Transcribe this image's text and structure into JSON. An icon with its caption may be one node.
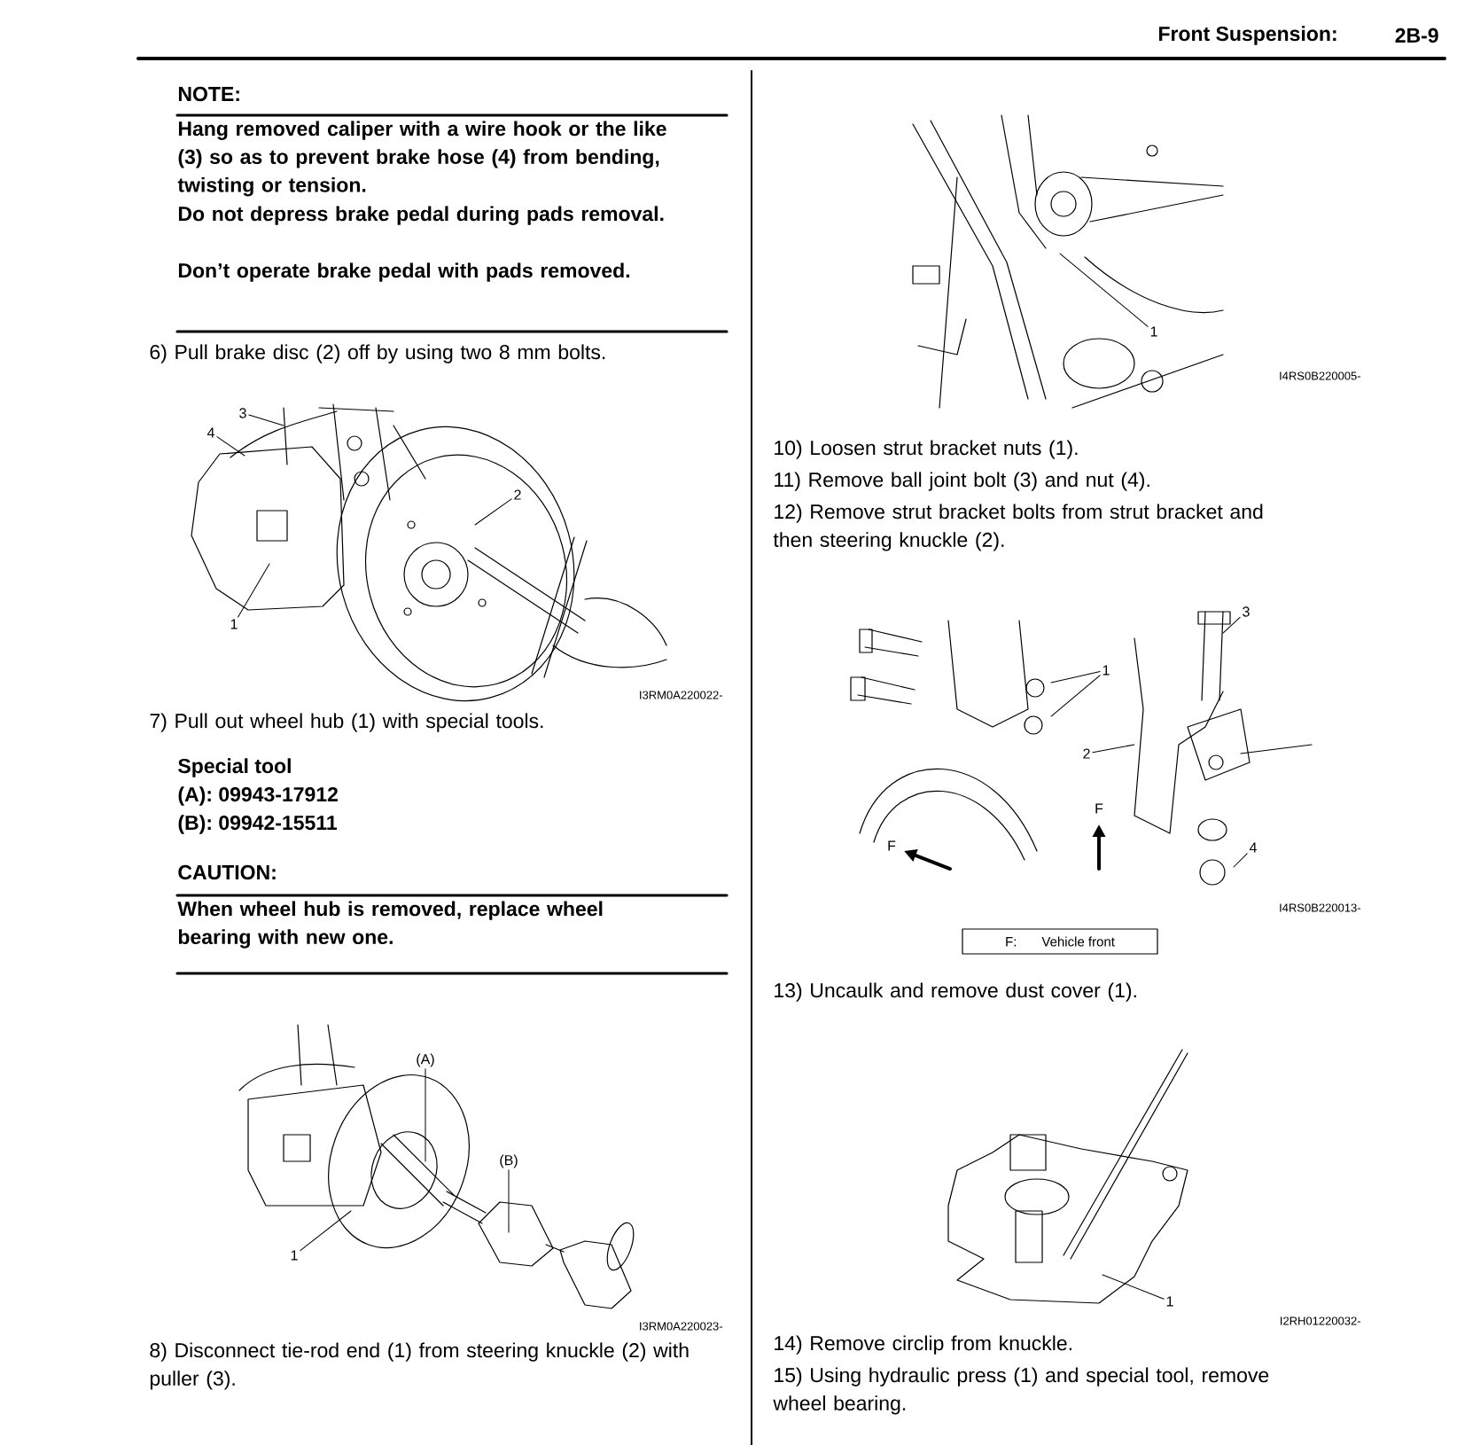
{
  "diagram": {
    "title": "Front Suspension:",
    "nodes": [
      {
        "text": [
          "3"
        ]
      },
      {
        "text": [
          "4"
        ]
      },
      {
        "text": [
          "2"
        ]
      },
      {
        "text": [
          "1"
        ]
      },
      {
        "text": [
          "(A)"
        ]
      },
      {
        "text": [
          "(B)"
        ]
      },
      {
        "text": [
          "1"
        ]
      },
      {
        "text": [
          "1"
        ]
      },
      {
        "text": [
          "3"
        ]
      },
      {
        "text": [
          "1"
        ]
      },
      {
        "text": [
          "2"
        ]
      },
      {
        "text": [
          "4"
        ]
      },
      {
        "text": [
          "F:",
          "Vehicle front"
        ]
      },
      {
        "text": [
          "1"
        ]
      }
    ],
    "edges": [
      {
        "from": 0,
        "to": null,
        "arrow": "none"
      },
      {
        "from": 1,
        "to": null,
        "arrow": "none"
      },
      {
        "from": 2,
        "to": null,
        "arrow": "none"
      },
      {
        "from": 3,
        "to": null,
        "arrow": "none"
      },
      {
        "from": 4,
        "to": null,
        "arrow": "none"
      },
      {
        "from": 5,
        "to": null,
        "arrow": "none"
      },
      {
        "from": 6,
        "to": null,
        "arrow": "none"
      },
      {
        "from": 7,
        "to": null,
        "arrow": "none"
      },
      {
        "from": 8,
        "to": null,
        "arrow": "none"
      },
      {
        "from": 9,
        "to": null,
        "arrow": "none"
      },
      {
        "from": 9,
        "to": null,
        "arrow": "none"
      },
      {
        "from": 10,
        "to": null,
        "arrow": "none"
      },
      {
        "from": 11,
        "to": null,
        "arrow": "none"
      },
      {
        "from": 13,
        "to": null,
        "arrow": "none"
      }
    ],
    "labels": [
      "2B-9",
      "NOTE:",
      "Hang removed caliper with a wire hook or the like (3) so as to prevent brake hose (4) from bending, twisting or tension.",
      "Do not depress brake pedal during pads removal.",
      "Don’t operate brake pedal with pads removed.",
      "6) Pull brake disc (2) off by using two 8 mm bolts.",
      "I3RM0A220022-",
      "7) Pull out wheel hub (1) with special tools.",
      "Special tool",
      "(A):  09943-17912",
      "(B):  09942-15511",
      "CAUTION:",
      "When wheel hub is removed, replace wheel bearing with new one.",
      "I3RM0A220023-",
      "8) Disconnect tie-rod end (1) from steering knuckle (2) with puller (3).",
      "I4RS0B220005-",
      "10) Loosen strut bracket nuts (1).",
      "11) Remove ball joint bolt (3) and nut (4).",
      "12) Remove strut bracket bolts from strut bracket and then steering knuckle (2).",
      "F",
      "F",
      "I4RS0B220013-",
      "13) Uncaulk and remove dust cover (1).",
      "I2RH01220032-",
      "14) Remove circlip from knuckle.",
      "15) Using hydraulic press (1) and special tool, remove wheel bearing."
    ]
  }
}
